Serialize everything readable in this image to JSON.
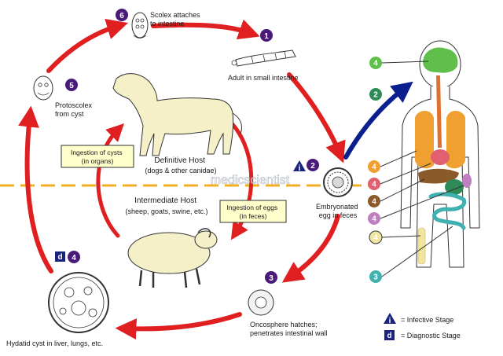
{
  "watermark": "medicscientist",
  "stages": [
    {
      "id": "s1",
      "number": "1",
      "label_lines": [
        "Adult in small intestine"
      ]
    },
    {
      "id": "s2",
      "number": "2",
      "label_lines": [
        "Embryonated",
        "egg in feces"
      ]
    },
    {
      "id": "s3",
      "number": "3",
      "label_lines": [
        "Oncosphere hatches;",
        "penetrates intestinal wall"
      ]
    },
    {
      "id": "s4",
      "number": "4",
      "label_lines": [
        "Hydatid cyst in liver, lungs, etc."
      ]
    },
    {
      "id": "s5",
      "number": "5",
      "label_lines": [
        "Protoscolex",
        "from cyst"
      ]
    },
    {
      "id": "s6",
      "number": "6",
      "label_lines": [
        "Scolex attaches",
        "to intestine"
      ]
    }
  ],
  "hosts": {
    "definitive_lines": [
      "Definitive Host",
      "(dogs & other canidae)"
    ],
    "intermediate_lines": [
      "Intermediate Host",
      "(sheep, goats, swine, etc.)"
    ]
  },
  "boxes": {
    "cysts_lines": [
      "Ingestion of cysts",
      "(in organs)"
    ],
    "eggs_lines": [
      "Ingestion of eggs",
      "(in feces)"
    ]
  },
  "badges": {
    "infective_letter": "i",
    "diagnostic_letter": "d"
  },
  "legend": {
    "infective": "= Infective Stage",
    "diagnostic": "= Diagnostic Stage"
  },
  "human_organ_markers": [
    {
      "id": "brain",
      "number": "4",
      "color": "#5fbf4a"
    },
    {
      "id": "route",
      "number": "2",
      "color": "#2e8b57"
    },
    {
      "id": "lungs",
      "number": "4",
      "color": "#f0a030"
    },
    {
      "id": "heart",
      "number": "4",
      "color": "#e06070"
    },
    {
      "id": "liver",
      "number": "4",
      "color": "#8b5a2b"
    },
    {
      "id": "kidney",
      "number": "4",
      "color": "#c080c0"
    },
    {
      "id": "bone",
      "number": "4",
      "color": "#f0e6a0"
    },
    {
      "id": "intestine",
      "number": "3",
      "color": "#40b0b0"
    }
  ],
  "colors": {
    "cycle_arrow": "#e02020",
    "human_arrow": "#0b1f8f",
    "divider": "#f0b020",
    "badge": "#1a237e",
    "box_fill": "#ffffcc"
  }
}
